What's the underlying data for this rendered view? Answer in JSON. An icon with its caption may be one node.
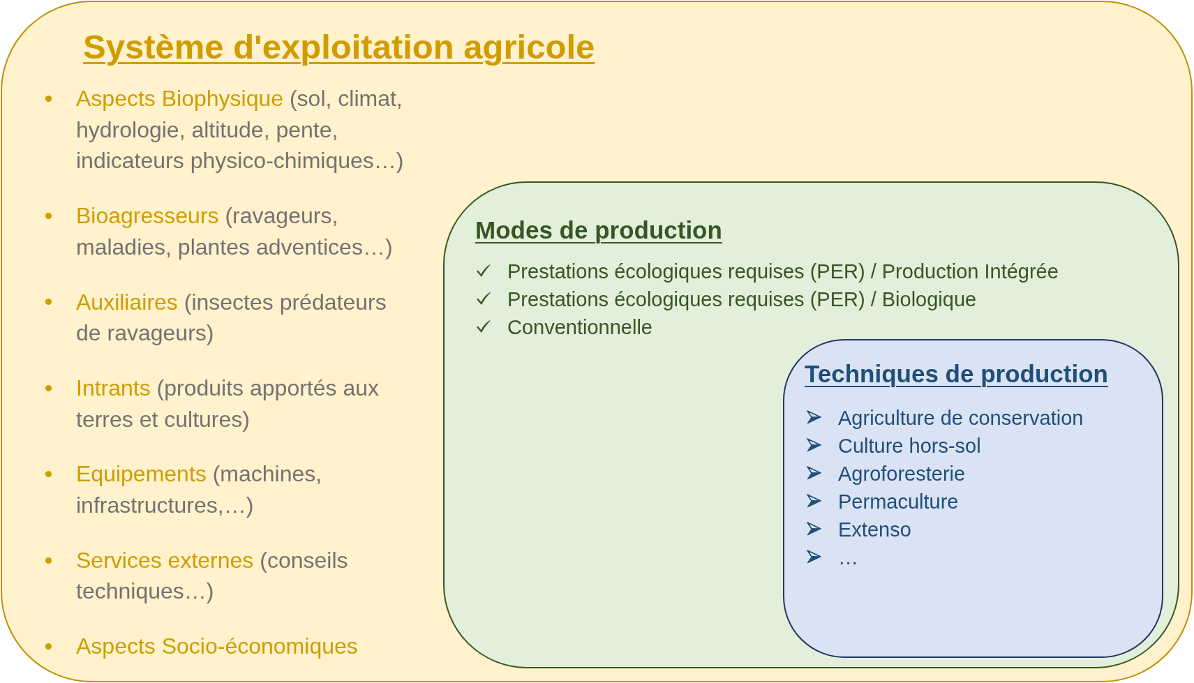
{
  "diagram": {
    "nodes": [
      {
        "text": [
          "Système d'exploitation agricole",
          "Aspects Biophysique (sol, climat, hydrologie, altitude, pente, indicateurs physico-chimiques…)",
          "Bioagresseurs (ravageurs, maladies, plantes adventices…)",
          "Auxiliaires (insectes prédateurs de ravageurs)",
          "Intrants (produits apportés aux terres et cultures)",
          "Equipements (machines, infrastructures,…)",
          "Services externes (conseils techniques…)",
          "Aspects Socio-économiques"
        ]
      },
      {
        "text": [
          "Modes de production",
          "Prestations écologiques requises (PER) / Production Intégrée",
          "Prestations écologiques requises (PER) / Biologique",
          "Conventionnelle"
        ],
        "in": 0
      },
      {
        "text": [
          "Techniques de production",
          "Agriculture de conservation",
          "Culture hors-sol",
          "Agroforesterie",
          "Permaculture",
          "Extenso",
          "…"
        ],
        "in": 1
      }
    ]
  }
}
